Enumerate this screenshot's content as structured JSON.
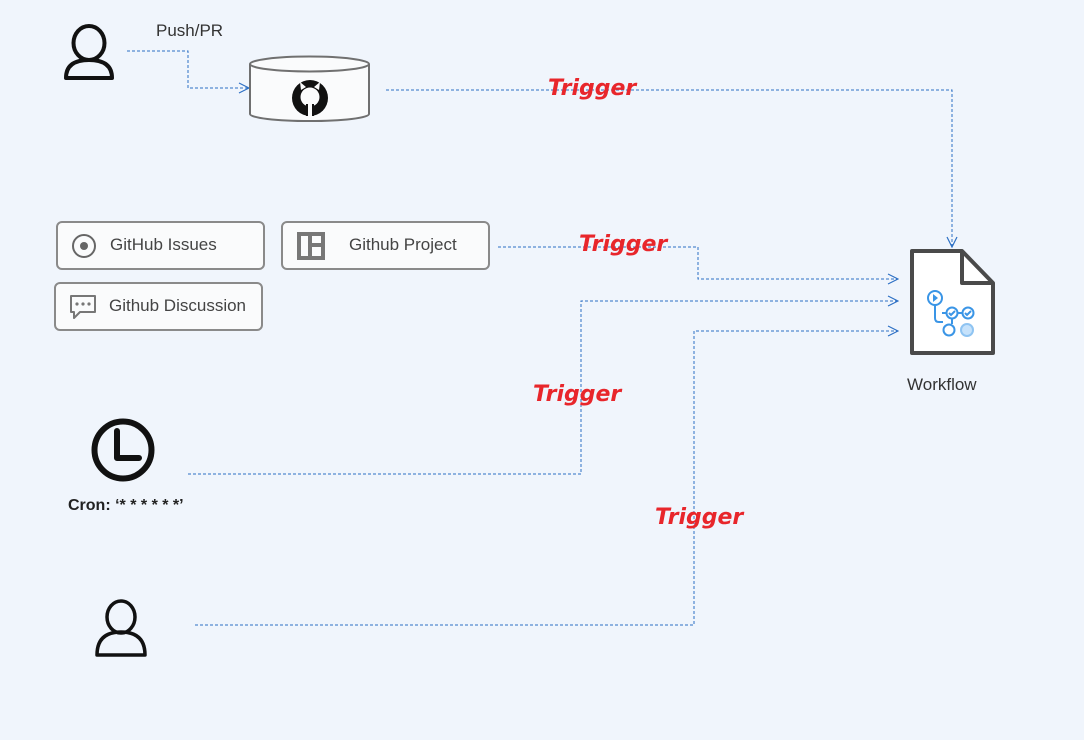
{
  "labels": {
    "push_pr": "Push/PR",
    "workflow": "Workflow",
    "cron": "Cron: ‘* * * * * *’"
  },
  "boxes": {
    "issues": "GitHub Issues",
    "project": "Github Project",
    "discussion": "Github Discussion"
  },
  "triggers": [
    "Trigger",
    "Trigger",
    "Trigger",
    "Trigger"
  ],
  "colors": {
    "background": "#f0f5fc",
    "connector": "#2c6fc4",
    "trigger_text": "#e8262b",
    "icon_dark": "#111111",
    "workflow_icon_accent": "#3a95e6"
  },
  "icons": [
    "user-icon",
    "github-repo-icon",
    "issues-icon",
    "project-board-icon",
    "discussion-icon",
    "clock-icon",
    "workflow-file-icon",
    "manual-user-icon"
  ]
}
